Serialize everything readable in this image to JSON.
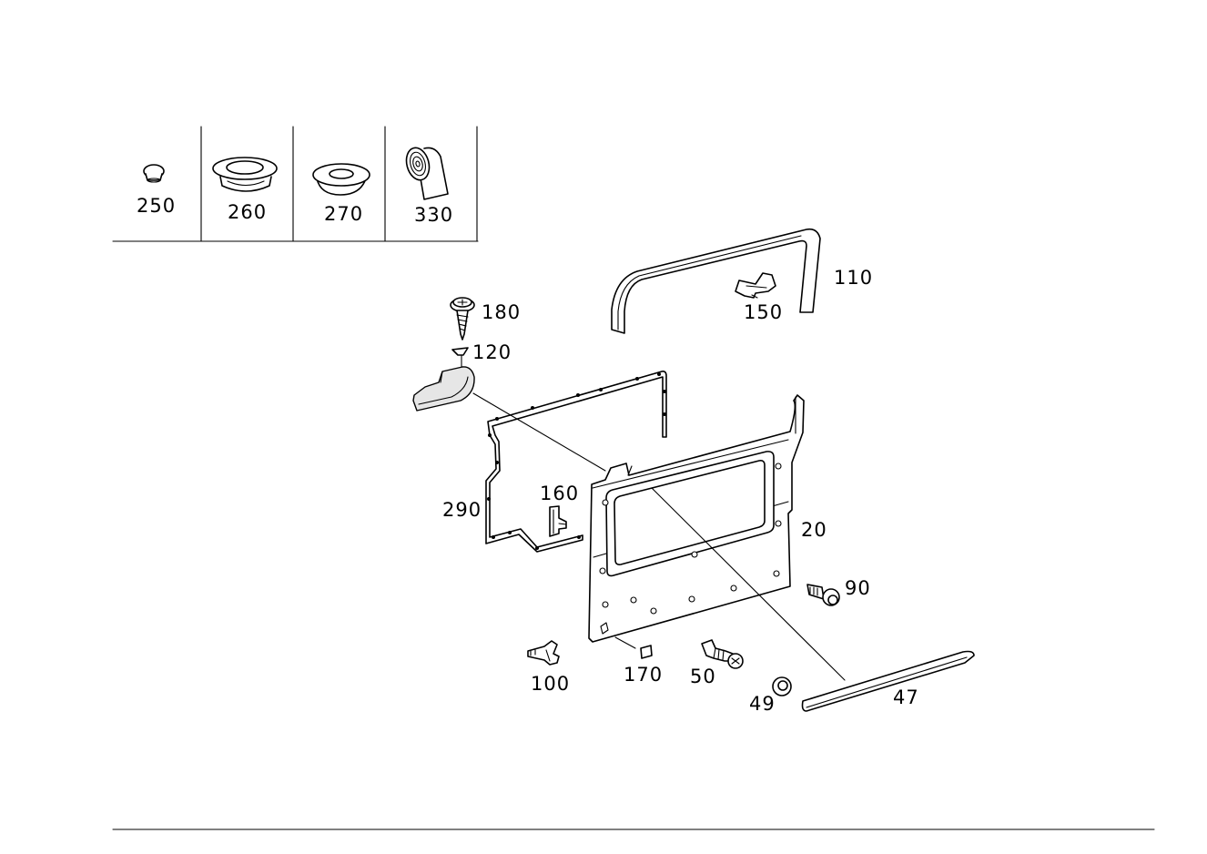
{
  "legend_box": {
    "items": [
      {
        "number": "250",
        "icon": "push-clip-icon"
      },
      {
        "number": "260",
        "icon": "large-grommet-icon"
      },
      {
        "number": "270",
        "icon": "small-grommet-icon"
      },
      {
        "number": "330",
        "icon": "tape-roll-icon"
      }
    ]
  },
  "callouts": {
    "c110": "110",
    "c150": "150",
    "c180": "180",
    "c120": "120",
    "c160": "160",
    "c290": "290",
    "c20": "20",
    "c90": "90",
    "c100": "100",
    "c170": "170",
    "c50": "50",
    "c49": "49",
    "c47": "47"
  }
}
